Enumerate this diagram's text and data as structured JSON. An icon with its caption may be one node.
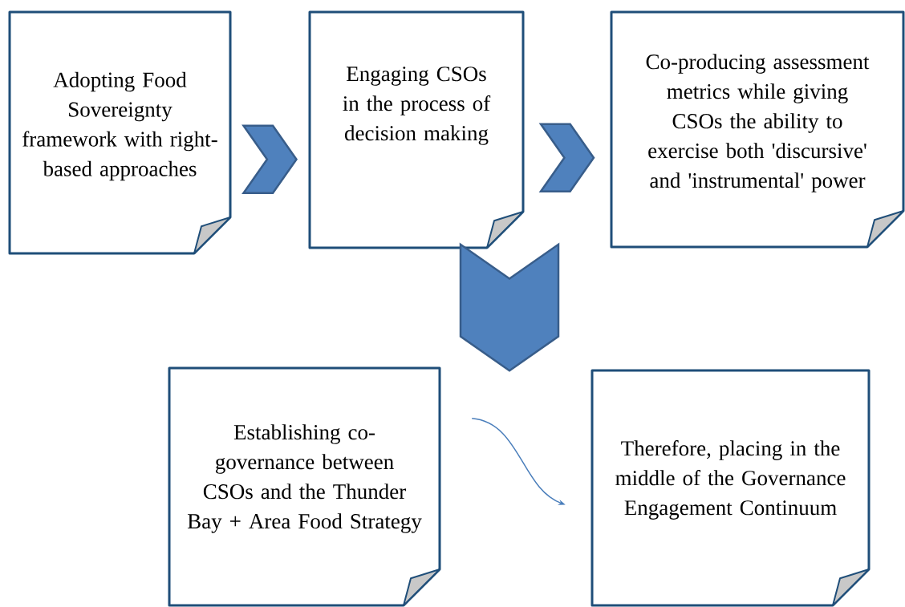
{
  "diagram": {
    "nodes": [
      {
        "text": [
          "Adopting Food Sovereignty framework with right-based approaches"
        ]
      },
      {
        "text": [
          "Engaging CSOs in the process of decision making"
        ]
      },
      {
        "text": [
          "Co-producing assessment metrics while giving CSOs the ability to exercise both 'discursive' and 'instrumental' power"
        ]
      },
      {
        "text": [
          "Establishing co-governance between CSOs and the Thunder Bay + Area Food Strategy"
        ]
      },
      {
        "text": [
          "Therefore, placing in the middle of the Governance Engagement Continuum"
        ]
      }
    ],
    "edges": [
      {
        "from": 0,
        "to": 1,
        "arrow": "to",
        "style": "thick"
      },
      {
        "from": 1,
        "to": 2,
        "arrow": "to",
        "style": "thick"
      },
      {
        "from": 2,
        "to": 3,
        "arrow": "to",
        "style": "thick"
      },
      {
        "from": 3,
        "to": 4,
        "arrow": "to"
      }
    ]
  }
}
